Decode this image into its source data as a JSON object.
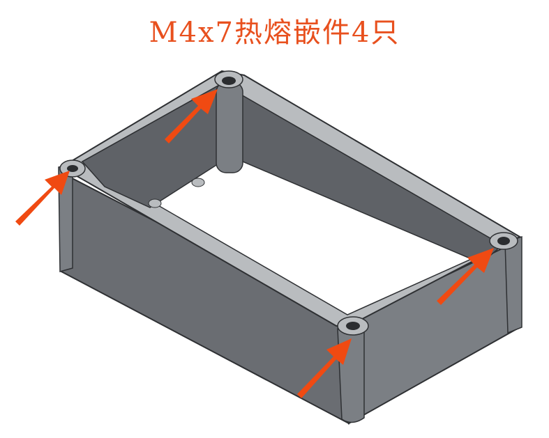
{
  "title": "M4x7热熔嵌件4只",
  "colors": {
    "title": "#e8501e",
    "arrow": "#f04a12",
    "wall_outer_left": "#6a6d72",
    "wall_outer_right": "#7b7f84",
    "wall_inner": "#5f6267",
    "rim": "#b9bcbf",
    "edge": "#2e3033"
  },
  "arrows": [
    {
      "name": "arrow-left-corner",
      "target": "left-corner-boss"
    },
    {
      "name": "arrow-back-corner",
      "target": "back-corner-boss"
    },
    {
      "name": "arrow-right-corner",
      "target": "right-corner-boss"
    },
    {
      "name": "arrow-front-corner",
      "target": "front-corner-boss"
    }
  ]
}
